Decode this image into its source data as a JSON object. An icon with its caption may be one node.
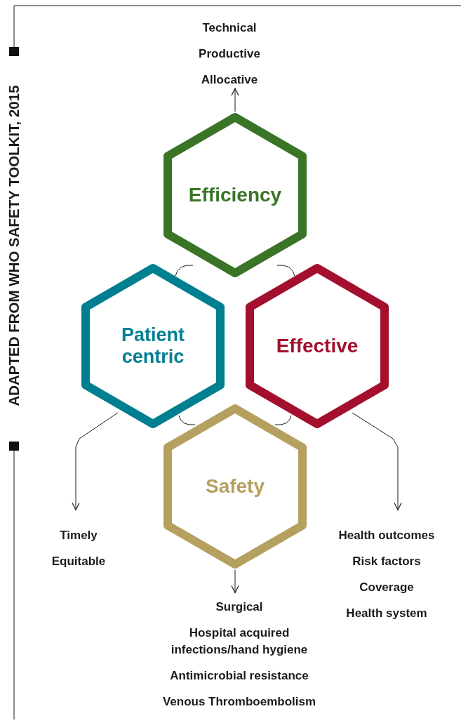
{
  "diagram": {
    "nodes": [
      {
        "text": [
          "Efficiency"
        ]
      },
      {
        "text": [
          "Patient centric"
        ]
      },
      {
        "text": [
          "Effective"
        ]
      },
      {
        "text": [
          "Safety"
        ]
      },
      {
        "text": [
          "Technical",
          "Productive",
          "Allocative"
        ]
      },
      {
        "text": [
          "Timely",
          "Equitable"
        ]
      },
      {
        "text": [
          "Health outcomes",
          "Risk factors",
          "Coverage",
          "Health system"
        ]
      },
      {
        "text": [
          "Surgical",
          "Hospital acquired infections/hand hygiene",
          "Antimicrobial resistance",
          "Venous Thromboembolism"
        ]
      }
    ],
    "edges": [
      {
        "from": 0,
        "to": 4,
        "arrow": "to"
      },
      {
        "from": 1,
        "to": 5,
        "arrow": "to"
      },
      {
        "from": 2,
        "to": 6,
        "arrow": "to"
      },
      {
        "from": 3,
        "to": 7,
        "arrow": "to"
      },
      {
        "from": 0,
        "to": 1,
        "arrow": "none"
      },
      {
        "from": 0,
        "to": 2,
        "arrow": "none"
      },
      {
        "from": 1,
        "to": 3,
        "arrow": "none"
      },
      {
        "from": 2,
        "to": 3,
        "arrow": "none"
      }
    ],
    "labels": [
      "ADAPTED FROM WHO SAFETY TOOLKIT, 2015"
    ]
  }
}
